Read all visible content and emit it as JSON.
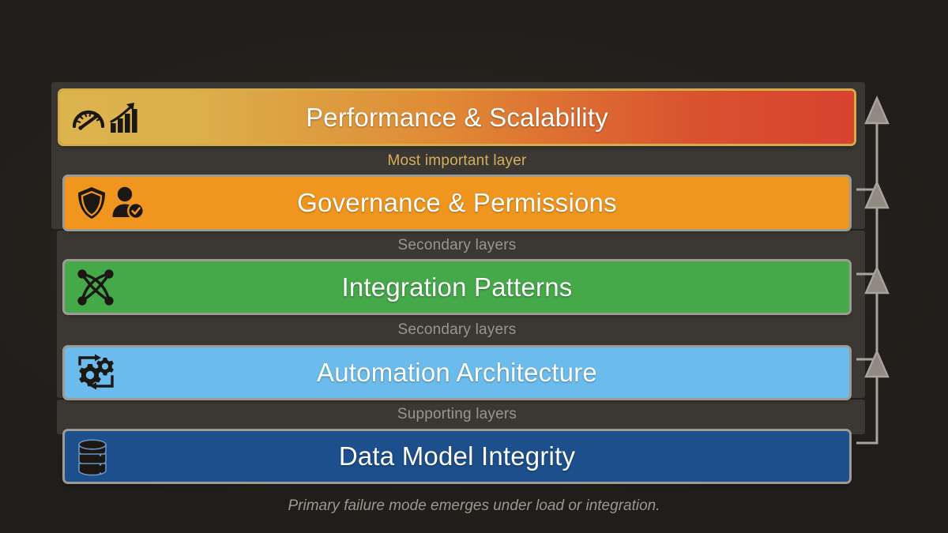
{
  "theme": {
    "background": "#201d1a",
    "plate": "#3b3834",
    "bar_border": "#9d9a93",
    "emphasis_border": "#d8ab4a",
    "arrow": "#a8a49c",
    "title_text": "#ffffff",
    "gold_text": "#d6ae5c",
    "gray_text": "#9a958d",
    "caption_text": "#9d988f"
  },
  "layers": [
    {
      "id": "performance-scalability",
      "title": "Performance & Scalability",
      "icons": [
        "gauge-icon",
        "bar-chart-growth-icon"
      ],
      "fill_from": "#dcb44f",
      "fill_to": "#d8422f",
      "emphasis": true,
      "rank": 1
    },
    {
      "id": "governance-permissions",
      "title": "Governance & Permissions",
      "icons": [
        "shield-icon",
        "user-verified-icon"
      ],
      "fill_from": "#f0961f",
      "fill_to": "#f0961f",
      "emphasis": false,
      "rank": 2
    },
    {
      "id": "integration-patterns",
      "title": "Integration Patterns",
      "icons": [
        "network-nodes-icon"
      ],
      "fill_from": "#45a849",
      "fill_to": "#45a849",
      "emphasis": false,
      "rank": 3
    },
    {
      "id": "automation-architecture",
      "title": "Automation Architecture",
      "icons": [
        "gears-cycle-icon"
      ],
      "fill_from": "#6bbcec",
      "fill_to": "#6bbcec",
      "emphasis": false,
      "rank": 4
    },
    {
      "id": "data-model-integrity",
      "title": "Data Model Integrity",
      "icons": [
        "database-icon"
      ],
      "fill_from": "#1c4f8b",
      "fill_to": "#1c4f8b",
      "emphasis": false,
      "rank": 5
    }
  ],
  "connectors": [
    {
      "id": "connector-1",
      "label": "Most important layer",
      "tone": "gold"
    },
    {
      "id": "connector-2",
      "label": "Secondary layers",
      "tone": "gray"
    },
    {
      "id": "connector-3",
      "label": "Secondary layers",
      "tone": "gray"
    },
    {
      "id": "connector-4",
      "label": "Supporting layers",
      "tone": "gray"
    }
  ],
  "caption": {
    "text": "Primary failure mode emerges under load or integration."
  },
  "arrows": {
    "count": 4,
    "direction": "upward",
    "semantic": "escalation-arrow"
  }
}
